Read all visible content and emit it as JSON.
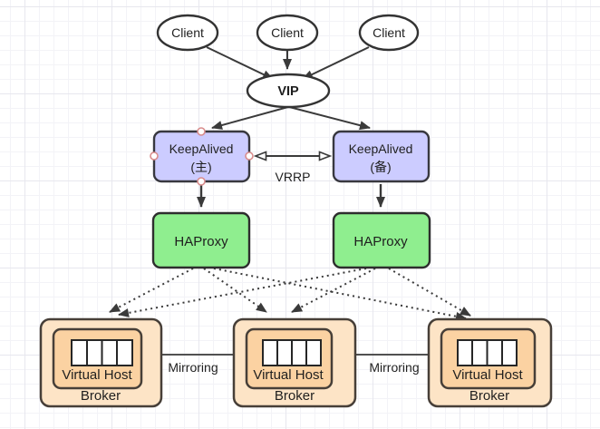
{
  "diagram": {
    "nodes": {
      "clients": [
        {
          "label": "Client"
        },
        {
          "label": "Client"
        },
        {
          "label": "Client"
        }
      ],
      "vip": {
        "label": "VIP"
      },
      "keepalived_master": {
        "line1": "KeepAlived",
        "line2": "(主)"
      },
      "keepalived_backup": {
        "line1": "KeepAlived",
        "line2": "(备)"
      },
      "haproxy_left": {
        "label": "HAProxy"
      },
      "haproxy_right": {
        "label": "HAProxy"
      },
      "brokers": [
        {
          "vhost_label": "Virtual Host",
          "label": "Broker"
        },
        {
          "vhost_label": "Virtual Host",
          "label": "Broker"
        },
        {
          "vhost_label": "Virtual Host",
          "label": "Broker"
        }
      ]
    },
    "edge_labels": {
      "vrrp": "VRRP",
      "mirroring_left": "Mirroring",
      "mirroring_right": "Mirroring"
    },
    "colors": {
      "keepalived_fill": "#ccccff",
      "haproxy_fill": "#8fee8f",
      "broker_fill": "#fde4c6",
      "vhost_fill": "#fbd2a2",
      "queue_fill": "#ffffff",
      "node_border": "#38383f",
      "edge": "#3a3a3a",
      "mirroring_text": "#4353a5",
      "handle_stroke": "#d98c8c"
    }
  }
}
